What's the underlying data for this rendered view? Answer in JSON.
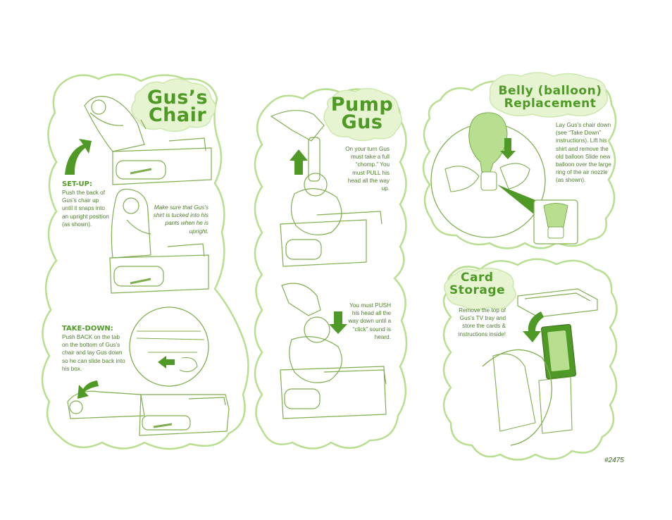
{
  "theme": {
    "outline": "#b7df8f",
    "cloud_fill": "#e6f4d1",
    "panel_fill": "#ffffff",
    "accent_green": "#4f9a26",
    "line_art": "#7fae4e"
  },
  "guss_chair": {
    "title_line1": "Gus’s",
    "title_line2": "Chair",
    "setup": {
      "heading": "SET-UP:",
      "text": "Push the back of Gus’s chair up until it snaps into an upright position (as shown)."
    },
    "note": "Make sure that Gus’s shirt is tucked into his pants when he is upright.",
    "takedown": {
      "heading": "TAKE-DOWN:",
      "text": "Push BACK on the tab on the bottom of Gus’s chair and lay Gus down so he can slide back into his box."
    }
  },
  "pump_gus": {
    "title_line1": "Pump",
    "title_line2": "Gus",
    "pull_text": "On your turn Gus must take a full “chomp.” You must PULL his head all the way up.",
    "push_text": "You must PUSH his head all the way down until a “click” sound is heard."
  },
  "belly": {
    "title_line1": "Belly (balloon)",
    "title_line2": "Replacement",
    "text": "Lay Gus’s chair down (see “Take Down” instructions). Lift his shirt and remove the old balloon Slide new balloon over the large ring of the air nozzle (as shown)."
  },
  "card_storage": {
    "title_line1": "Card",
    "title_line2": "Storage",
    "text": "Remove the top of Gus’s TV tray and store the cards & instructions inside!"
  },
  "part_number": "#2475"
}
